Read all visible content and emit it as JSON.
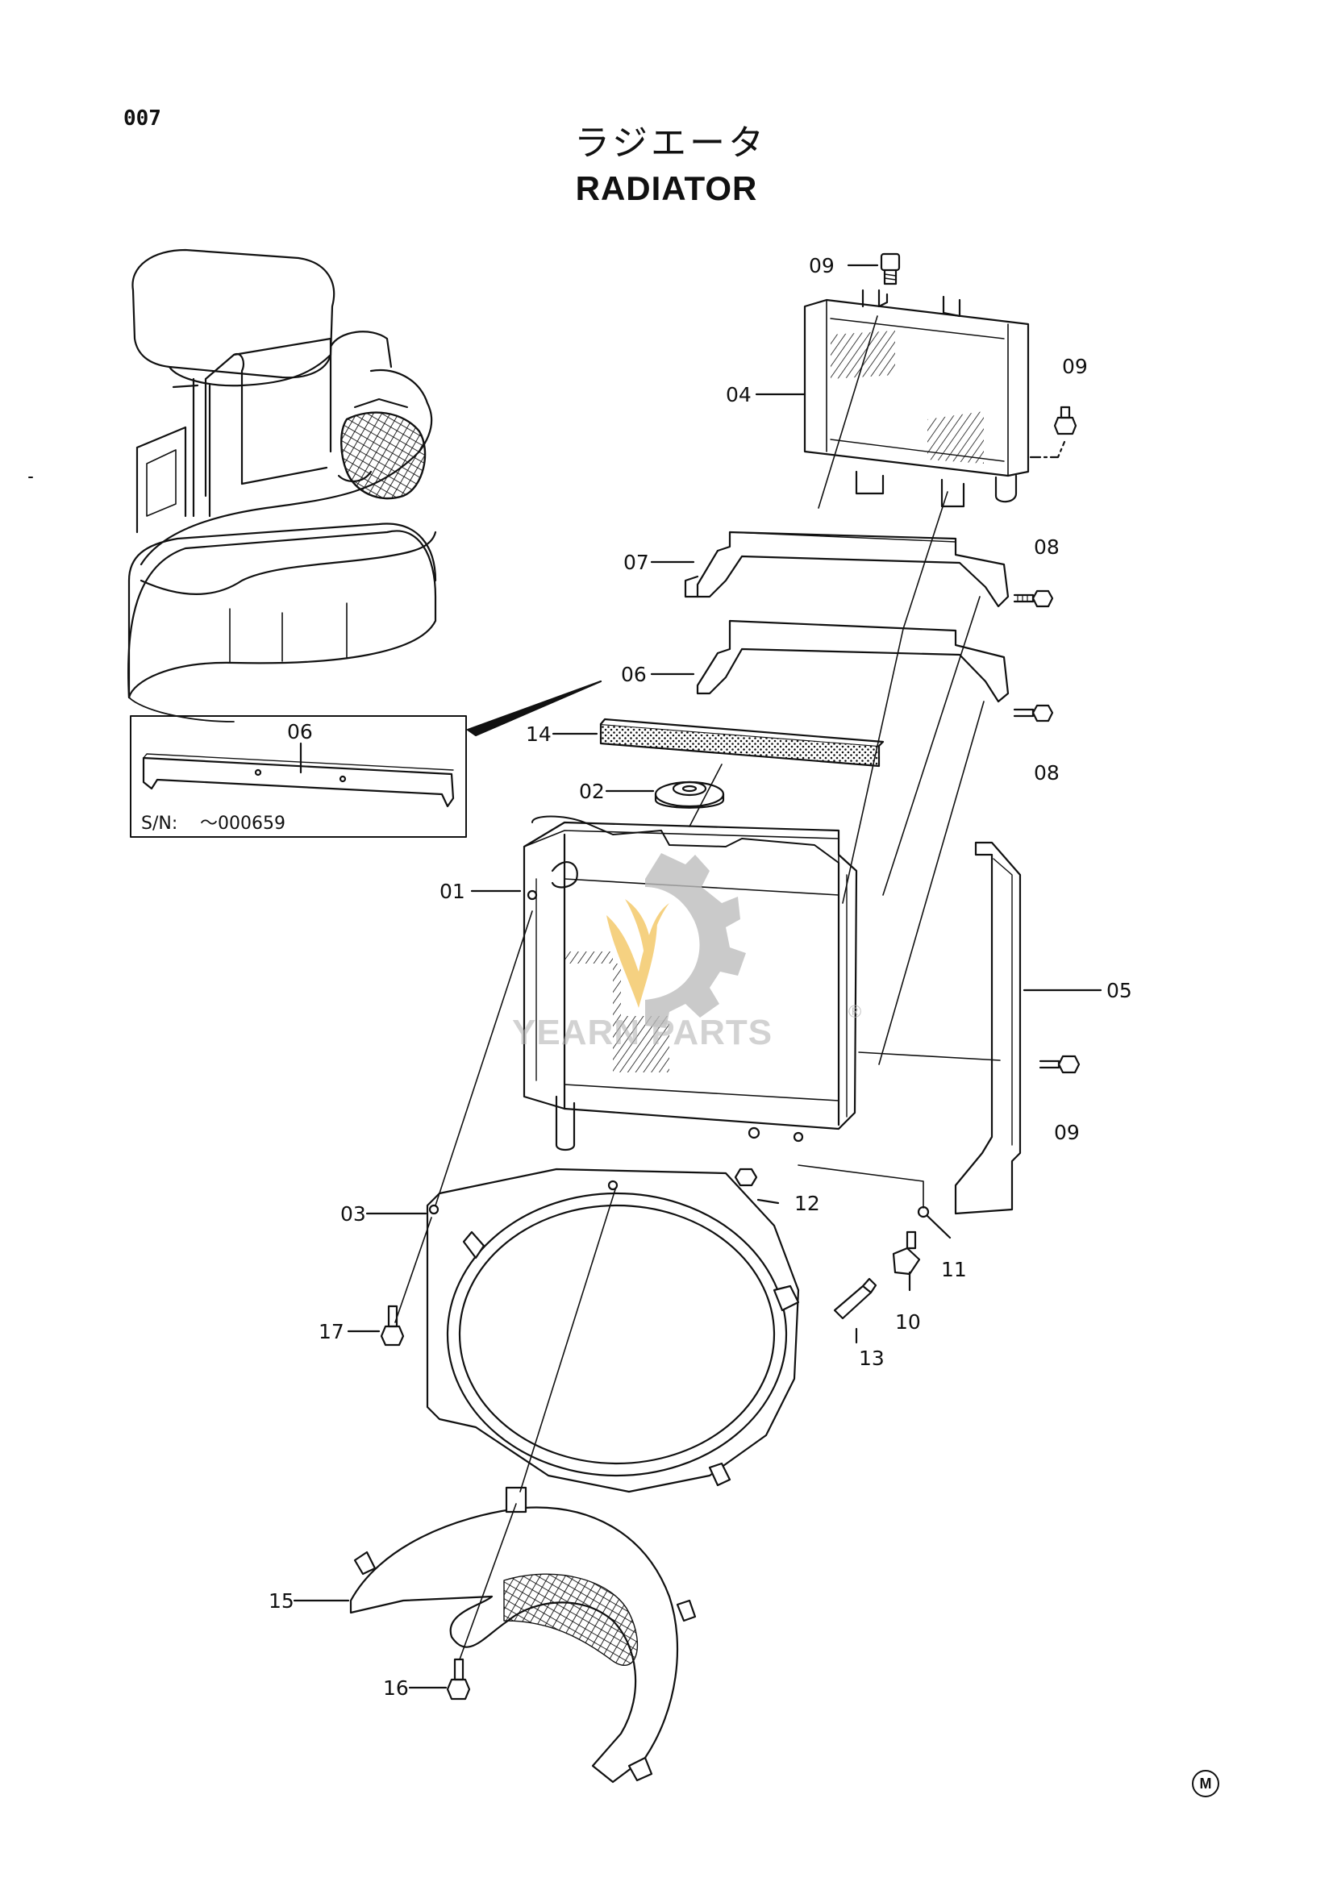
{
  "page": {
    "number": "007"
  },
  "title": {
    "japanese": "ラジエータ",
    "english": "RADIATOR"
  },
  "callouts": {
    "c01": "01",
    "c02": "02",
    "c03": "03",
    "c04": "04",
    "c05": "05",
    "c06": "06",
    "c06_inset": "06",
    "c07": "07",
    "c08_upper": "08",
    "c08_lower": "08",
    "c09_top": "09",
    "c09_right_upper": "09",
    "c09_right_lower": "09",
    "c10": "10",
    "c11": "11",
    "c12": "12",
    "c13": "13",
    "c14": "14",
    "c15": "15",
    "c16": "16",
    "c17": "17"
  },
  "inset": {
    "serial_label": "S/N:",
    "serial_range": "～000659"
  },
  "watermark": {
    "text": "YEARN PARTS",
    "registered_mark": "®",
    "colors": {
      "gear": "#bdbdbd",
      "leaf": "#f3c662"
    }
  },
  "corner_mark": "M"
}
